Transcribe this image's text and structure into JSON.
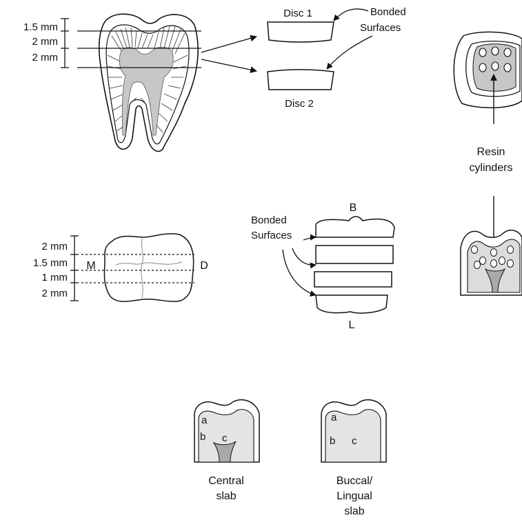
{
  "colors": {
    "ink": "#111111",
    "shade": "#c7c7c7",
    "dark_shade": "#a9a9a9",
    "paper": "#ffffff"
  },
  "panel1": {
    "dims": [
      "1.5 mm",
      "2 mm",
      "2 mm"
    ],
    "disc_top": "Disc 1",
    "disc_bottom": "Disc 2",
    "bonded": [
      "Bonded",
      "Surfaces"
    ]
  },
  "panel2": {
    "labels": [
      "Resin",
      "cylinders"
    ]
  },
  "panel3": {
    "dims": [
      "2 mm",
      "1.5 mm",
      "1 mm",
      "2 mm"
    ],
    "mesial": "M",
    "distal": "D"
  },
  "panel4": {
    "buccal": "B",
    "lingual": "L",
    "bonded": [
      "Bonded",
      "Surfaces"
    ]
  },
  "panel5": {
    "central": {
      "regions": [
        "a",
        "b",
        "c"
      ],
      "caption": [
        "Central",
        "slab"
      ]
    },
    "buccal_lingual": {
      "regions": [
        "a",
        "b",
        "c"
      ],
      "caption": [
        "Buccal/",
        "Lingual",
        "slab"
      ]
    }
  }
}
